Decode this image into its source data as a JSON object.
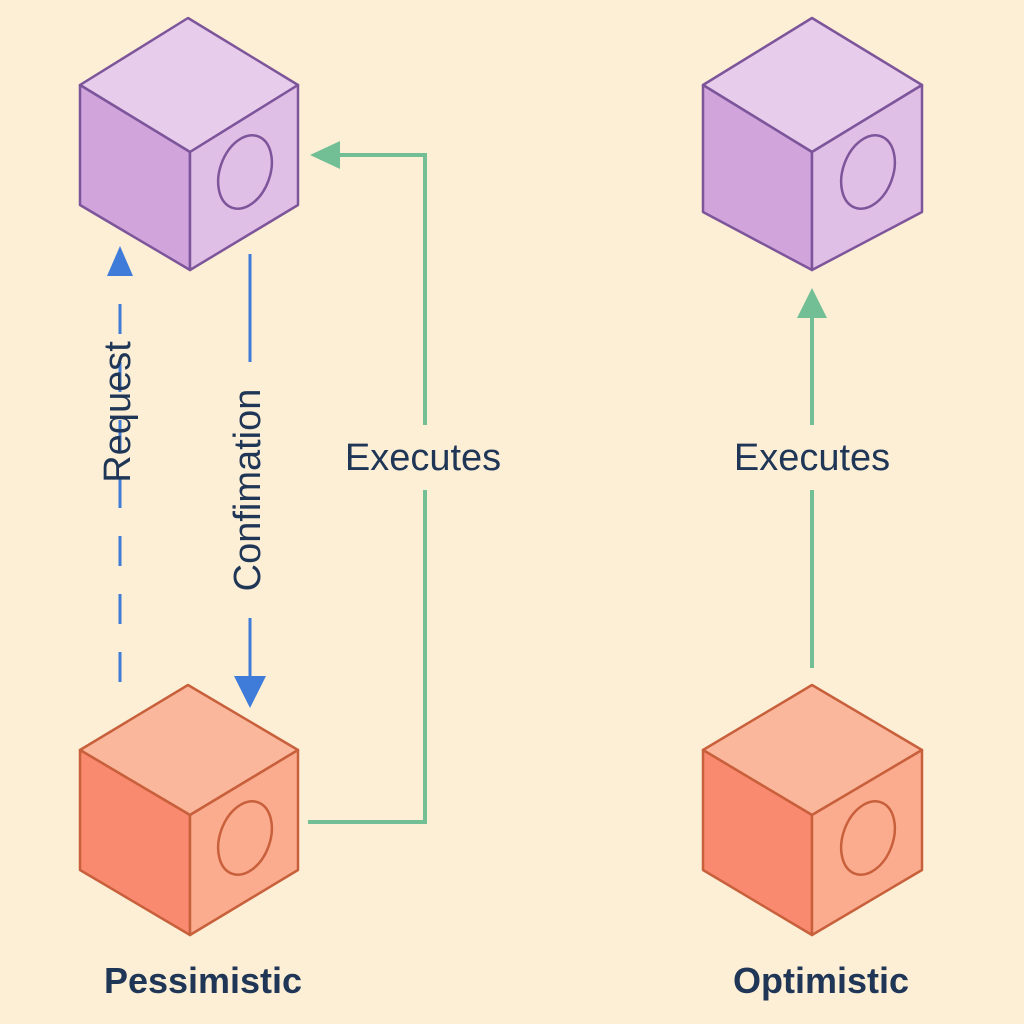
{
  "colors": {
    "background": "#fdefd6",
    "purple_top": "#e7cdeb",
    "purple_left": "#d1a4dc",
    "purple_right": "#e0bfe6",
    "purple_stroke": "#7d559a",
    "orange_top": "#fbb79c",
    "orange_left": "#f9896f",
    "orange_right": "#fbac8f",
    "orange_stroke": "#c8603c",
    "request_blue": "#3f7bd9",
    "execute_green": "#72bf95",
    "text": "#1f3656"
  },
  "pessimistic": {
    "caption": "Pessimistic",
    "request_label": "Request",
    "confirmation_label": "Confimation",
    "executes_label": "Executes"
  },
  "optimistic": {
    "caption": "Optimistic",
    "executes_label": "Executes"
  }
}
